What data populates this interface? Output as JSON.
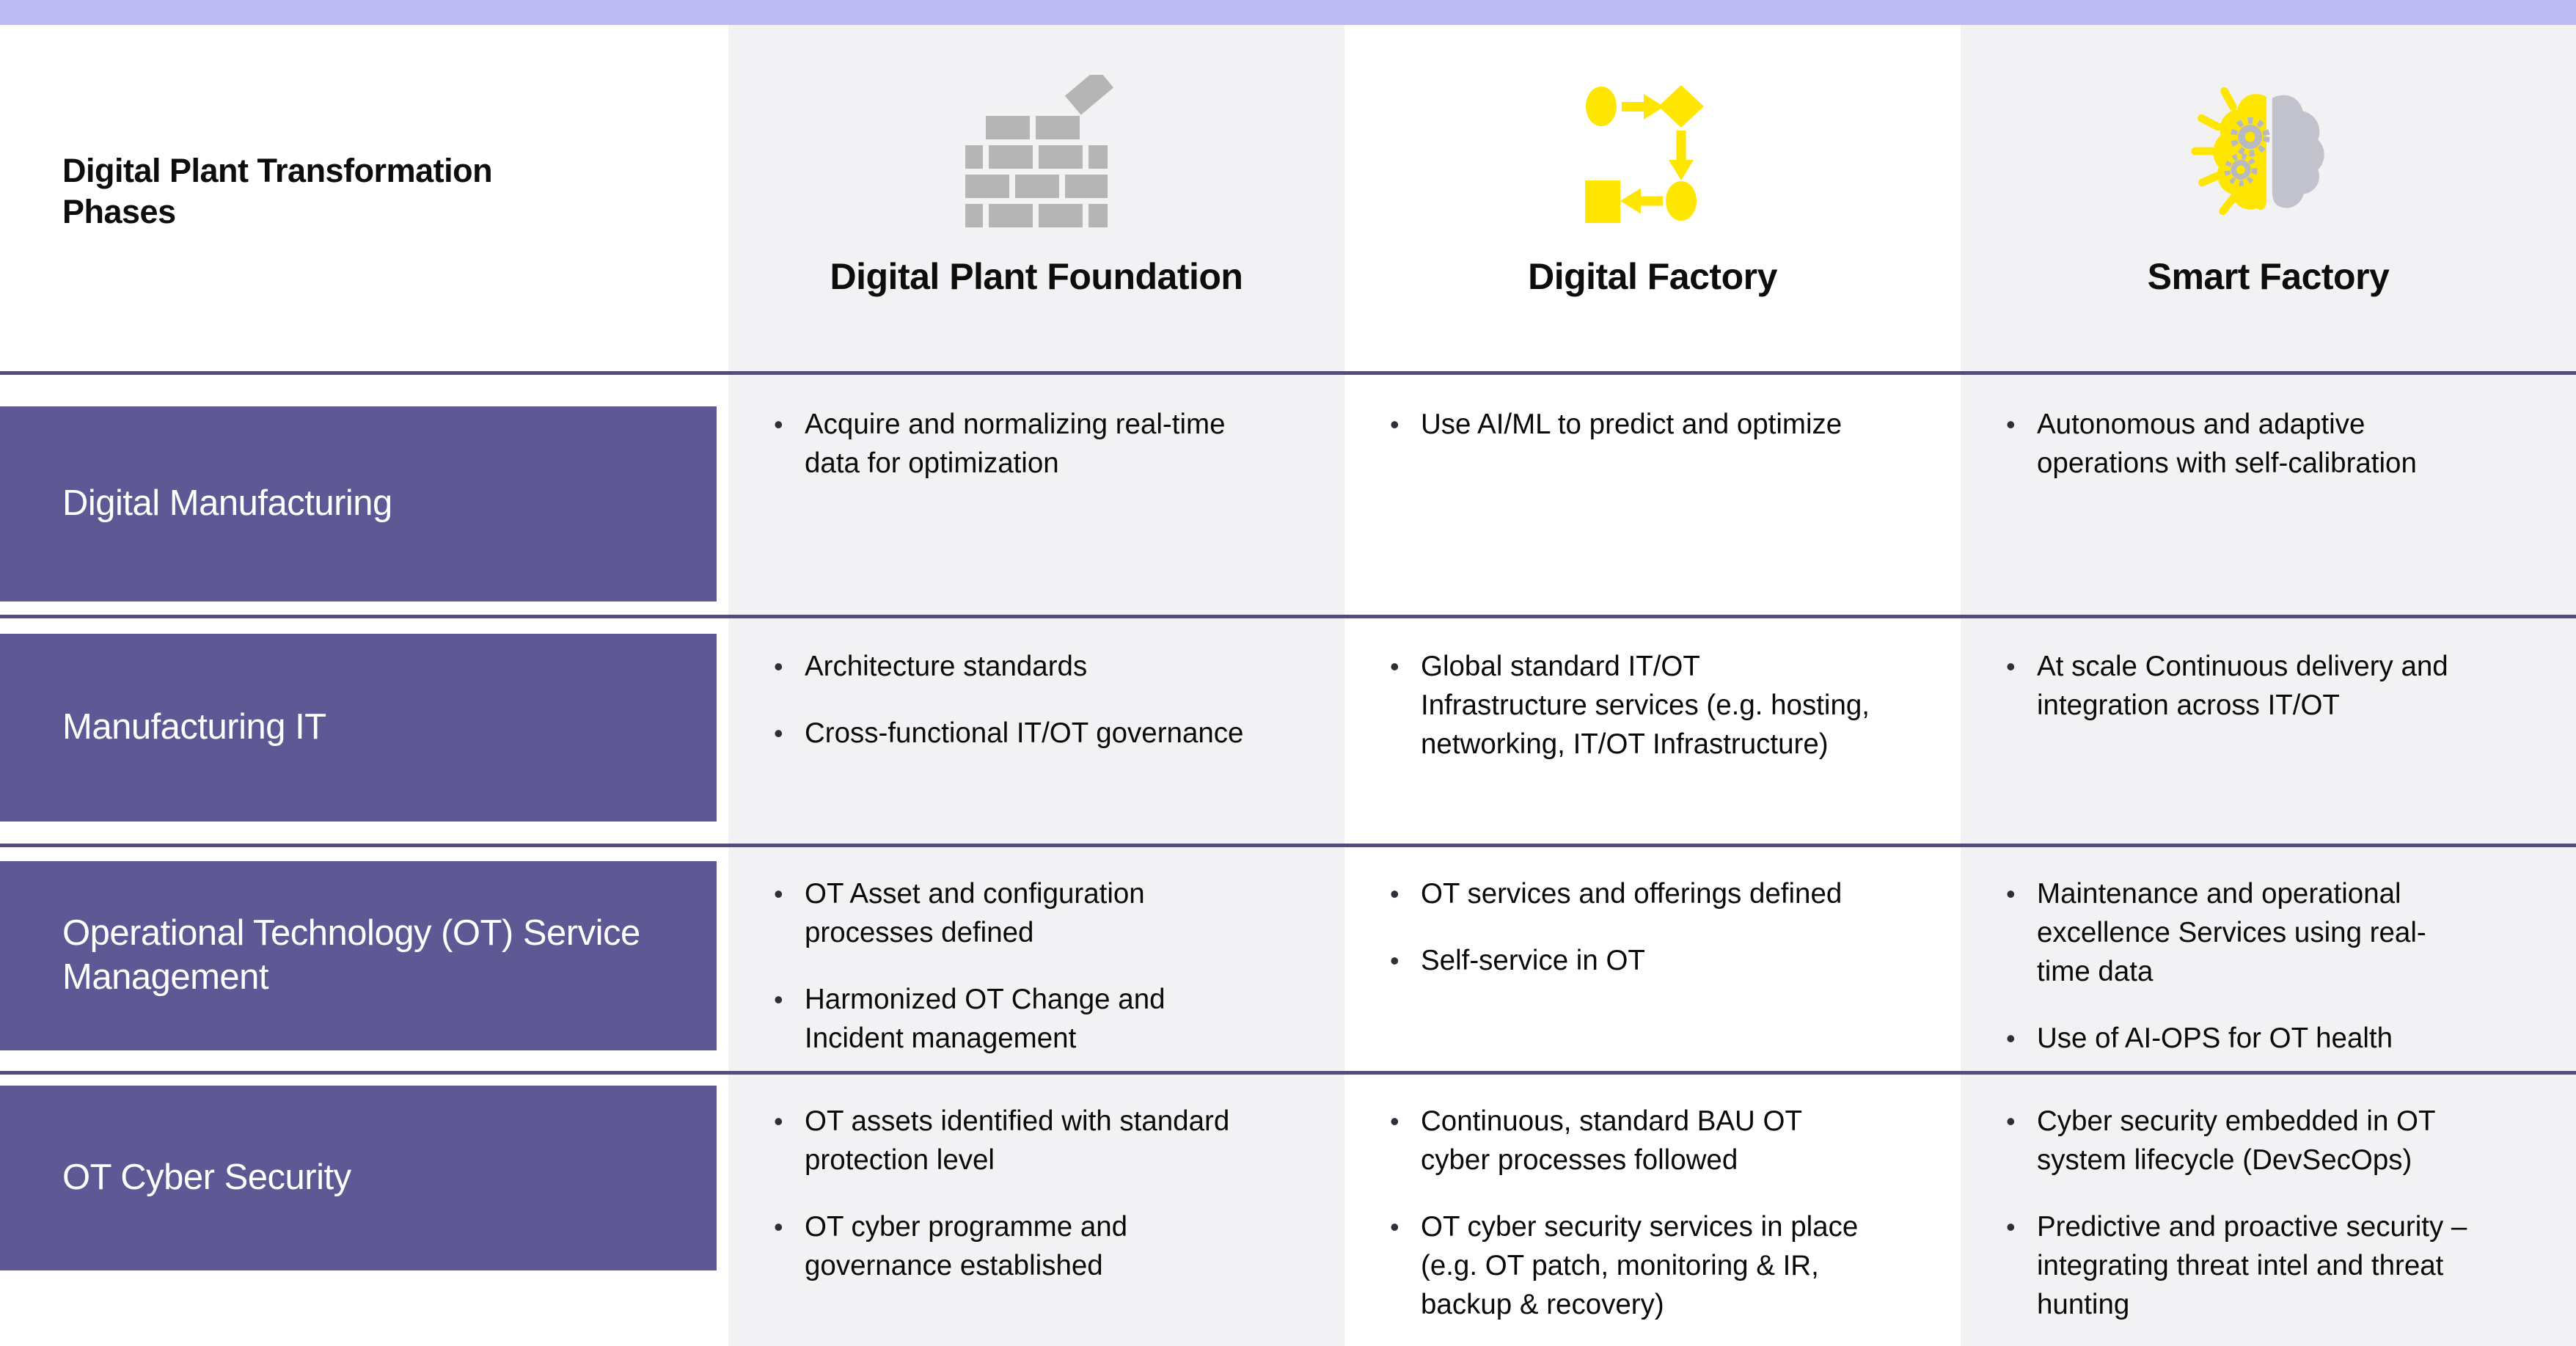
{
  "header": {
    "title": "Digital Plant Transformation Phases"
  },
  "columns": [
    {
      "label": "Digital Plant Foundation",
      "icon": "brick-wall-icon"
    },
    {
      "label": "Digital Factory",
      "icon": "process-flowchart-icon"
    },
    {
      "label": "Smart Factory",
      "icon": "brain-gears-icon"
    }
  ],
  "rows": [
    {
      "label": "Digital Manufacturing",
      "cells": [
        {
          "items": [
            "Acquire and normalizing real-time data for optimization"
          ]
        },
        {
          "items": [
            "Use AI/ML to predict and optimize"
          ]
        },
        {
          "items": [
            "Autonomous and adaptive operations with self-calibration"
          ]
        }
      ]
    },
    {
      "label": "Manufacturing IT",
      "cells": [
        {
          "items": [
            "Architecture standards",
            "Cross-functional IT/OT governance"
          ]
        },
        {
          "items": [
            "Global standard IT/OT Infrastructure services (e.g. hosting, networking, IT/OT Infrastructure)"
          ]
        },
        {
          "items": [
            "At scale Continuous delivery and integration across IT/OT"
          ]
        }
      ]
    },
    {
      "label": "Operational Technology (OT) Service Management",
      "cells": [
        {
          "items": [
            "OT Asset and configuration processes defined",
            "Harmonized OT Change and Incident management"
          ]
        },
        {
          "items": [
            "OT services and offerings defined",
            "Self-service in OT"
          ]
        },
        {
          "items": [
            "Maintenance and operational excellence Services using real-time data",
            "Use of AI-OPS for OT health"
          ]
        }
      ]
    },
    {
      "label": "OT Cyber Security",
      "cells": [
        {
          "items": [
            "OT assets identified with standard protection level",
            "OT cyber programme and governance established"
          ]
        },
        {
          "items": [
            "Continuous, standard BAU OT cyber processes followed",
            "OT cyber security services in place (e.g. OT patch, monitoring & IR, backup & recovery)"
          ]
        },
        {
          "items": [
            "Cyber security embedded in OT system lifecycle (DevSecOps)",
            "Predictive and proactive security – integrating threat intel and threat hunting"
          ]
        }
      ]
    }
  ],
  "colors": {
    "top_bar": "#bbbaf3",
    "row_header_bg": "#5e5995",
    "divider_line": "#534e78",
    "column_bg": "#f2f2f4",
    "accent_yellow": "#ffe600",
    "icon_gray": "#b5b5b5",
    "brain_gray": "#c2c2cc"
  }
}
